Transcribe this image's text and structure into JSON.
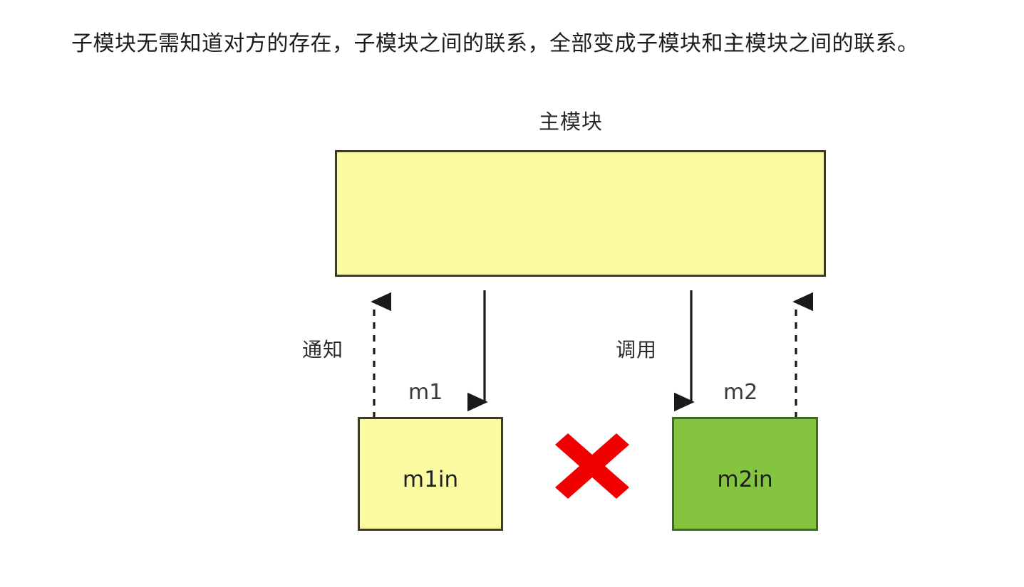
{
  "title": "子模块无需知道对方的存在，子模块之间的联系，全部变成子模块和主模块之间的联系。",
  "diagram": {
    "main_module": {
      "caption": "主模块",
      "fill": "#FAFAA0",
      "stroke": "#3b3b22"
    },
    "submodules": [
      {
        "name": "m1",
        "box_text": "m1in",
        "fill": "#FAFAA0",
        "stroke": "#3b3b22"
      },
      {
        "name": "m2",
        "box_text": "m2in",
        "fill": "#84C441",
        "stroke": "#3f6b20"
      }
    ],
    "relations": [
      {
        "label": "通知",
        "style": "dashed",
        "direction": "up",
        "from": "m1",
        "to": "main_module"
      },
      {
        "label": "调用",
        "style": "solid",
        "direction": "down",
        "from": "main_module",
        "to": "m2"
      }
    ],
    "forbidden_link": {
      "icon": "red-x-mark",
      "color": "#F00000",
      "meaning": "m1in 与 m2in 之间不直接联系"
    }
  }
}
